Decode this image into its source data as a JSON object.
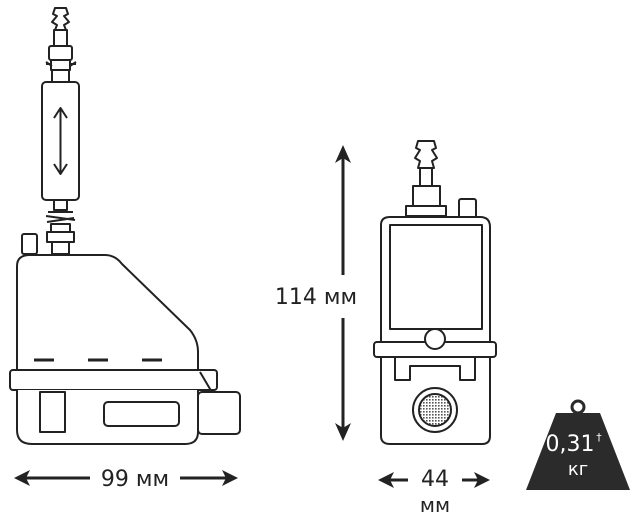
{
  "dimensions": {
    "width_label": "99 мм",
    "height_label": "114 мм",
    "depth_value": "44",
    "depth_unit": "мм"
  },
  "weight": {
    "value": "0,31",
    "mark": "†",
    "unit": "кг"
  },
  "colors": {
    "line": "#222222",
    "weight_fill": "#2b2b2b",
    "grille": "#555555"
  }
}
